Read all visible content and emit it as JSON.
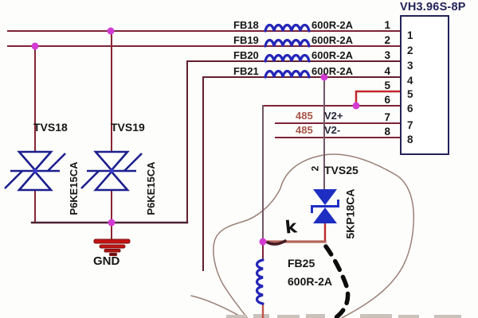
{
  "connector": {
    "title": "VH3.96S-8P",
    "pins": [
      "1",
      "2",
      "3",
      "4",
      "5",
      "6",
      "7",
      "8"
    ]
  },
  "beads": [
    {
      "ref": "FB18",
      "value": "600R-2A"
    },
    {
      "ref": "FB19",
      "value": "600R-2A"
    },
    {
      "ref": "FB20",
      "value": "600R-2A"
    },
    {
      "ref": "FB21",
      "value": "600R-2A"
    },
    {
      "ref": "FB25",
      "value": "600R-2A"
    }
  ],
  "tvs": [
    {
      "ref": "TVS18",
      "part": "P6KE15CA"
    },
    {
      "ref": "TVS19",
      "part": "P6KE15CA"
    },
    {
      "ref": "TVS25",
      "part": "5KP18CA",
      "pin": "2"
    }
  ],
  "nets": [
    {
      "bus": "485",
      "signal": "V2+"
    },
    {
      "bus": "485",
      "signal": "V2-"
    }
  ],
  "ground": {
    "label": "GND"
  },
  "annotations": {
    "k": "k"
  },
  "colors": {
    "wire_maroon": "#7d2339",
    "wire_bright_red": "#c0272c",
    "wire_gray": "#715663",
    "wire_salmon": "#b5655a",
    "coil_blue": "#2426b8",
    "tvs_navy": "#1c1f8e",
    "tvs25_fill": "#1e2ec2",
    "junction_magenta": "#d23bd2",
    "ground_red": "#c41414",
    "net_label_brick": "#a85448",
    "connector_navy": "#23235a",
    "blob_outline": "#9b8078"
  }
}
